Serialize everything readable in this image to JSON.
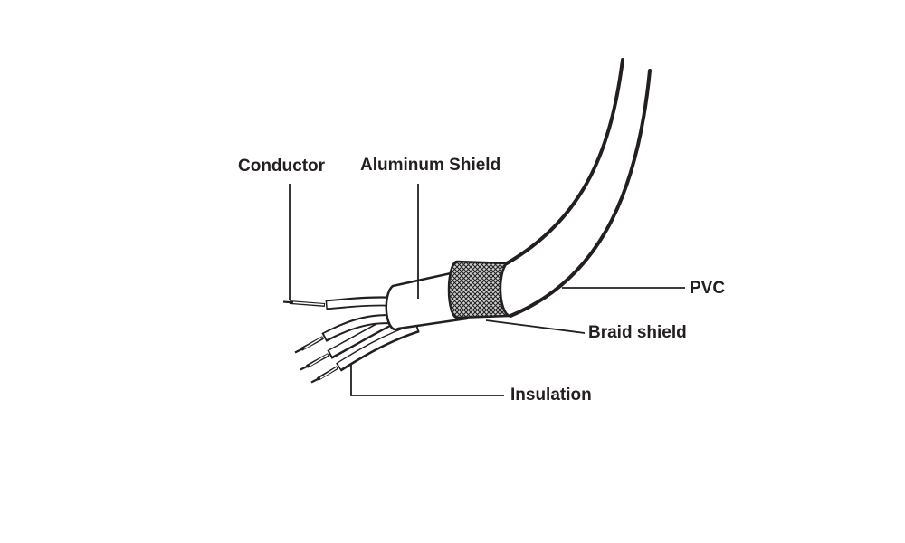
{
  "figure": {
    "background": "#ffffff",
    "ink": "#231f20",
    "braid_fill": "#cfcfcf"
  },
  "labels": {
    "conductor": "Conductor",
    "aluminum_shield": "Aluminum Shield",
    "pvc": "PVC",
    "braid_shield": "Braid shield",
    "insulation": "Insulation"
  }
}
